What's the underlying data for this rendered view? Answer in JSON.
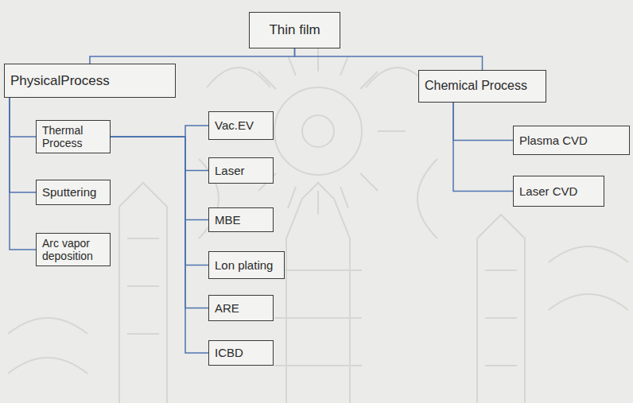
{
  "diagram": {
    "nodes": [
      {
        "text": [
          "Thin film"
        ]
      },
      {
        "text": [
          "PhysicalProcess"
        ]
      },
      {
        "text": [
          "Chemical Process"
        ]
      },
      {
        "text": [
          "Thermal Process"
        ]
      },
      {
        "text": [
          "Sputtering"
        ]
      },
      {
        "text": [
          "Arc vapor deposition"
        ]
      },
      {
        "text": [
          "Vac.EV"
        ]
      },
      {
        "text": [
          "Laser"
        ]
      },
      {
        "text": [
          "MBE"
        ]
      },
      {
        "text": [
          "Lon plating"
        ]
      },
      {
        "text": [
          "ARE"
        ]
      },
      {
        "text": [
          "ICBD"
        ]
      },
      {
        "text": [
          "Plasma CVD"
        ]
      },
      {
        "text": [
          "Laser CVD"
        ]
      }
    ],
    "edges": [
      {
        "from": 0,
        "to": 1,
        "arrow": "none"
      },
      {
        "from": 0,
        "to": 2,
        "arrow": "none"
      },
      {
        "from": 1,
        "to": 3,
        "arrow": "none"
      },
      {
        "from": 1,
        "to": 4,
        "arrow": "none"
      },
      {
        "from": 1,
        "to": 5,
        "arrow": "none"
      },
      {
        "from": 3,
        "to": 6,
        "arrow": "none"
      },
      {
        "from": 3,
        "to": 7,
        "arrow": "none"
      },
      {
        "from": 3,
        "to": 8,
        "arrow": "none"
      },
      {
        "from": 3,
        "to": 9,
        "arrow": "none"
      },
      {
        "from": 3,
        "to": 10,
        "arrow": "none"
      },
      {
        "from": 3,
        "to": 11,
        "arrow": "none"
      },
      {
        "from": 2,
        "to": 12,
        "arrow": "none"
      },
      {
        "from": 2,
        "to": 13,
        "arrow": "none"
      }
    ]
  }
}
